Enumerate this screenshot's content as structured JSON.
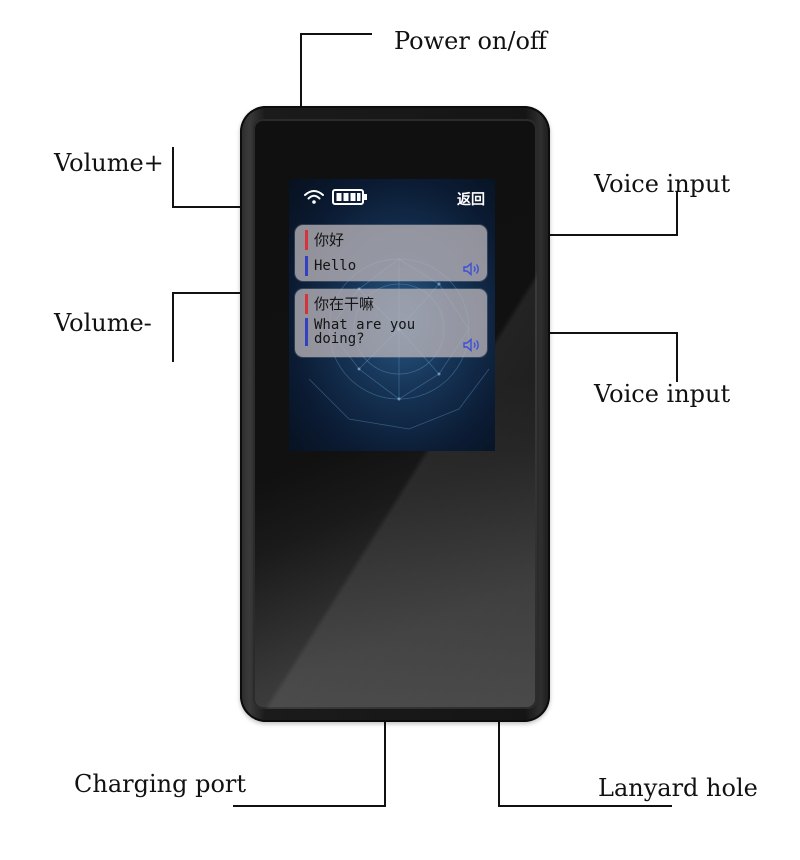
{
  "labels": {
    "power": "Power on/off",
    "volume_up": "Volume+",
    "volume_down": "Volume-",
    "voice_input_top": "Voice input",
    "voice_input_bottom": "Voice input",
    "charging_port": "Charging port",
    "lanyard_hole": "Lanyard hole"
  },
  "screen": {
    "back_label": "返回",
    "messages": [
      {
        "source": "你好",
        "translation": "Hello"
      },
      {
        "source": "你在干嘛",
        "translation": "What are you doing?"
      }
    ]
  },
  "icons": {
    "status": [
      "wifi-icon",
      "battery-icon"
    ],
    "message": "speaker-icon"
  },
  "colors": {
    "source_marker": "#d6343b",
    "translation_marker": "#3340c4",
    "speaker": "#3b4fd8",
    "device_body": "#161616"
  }
}
